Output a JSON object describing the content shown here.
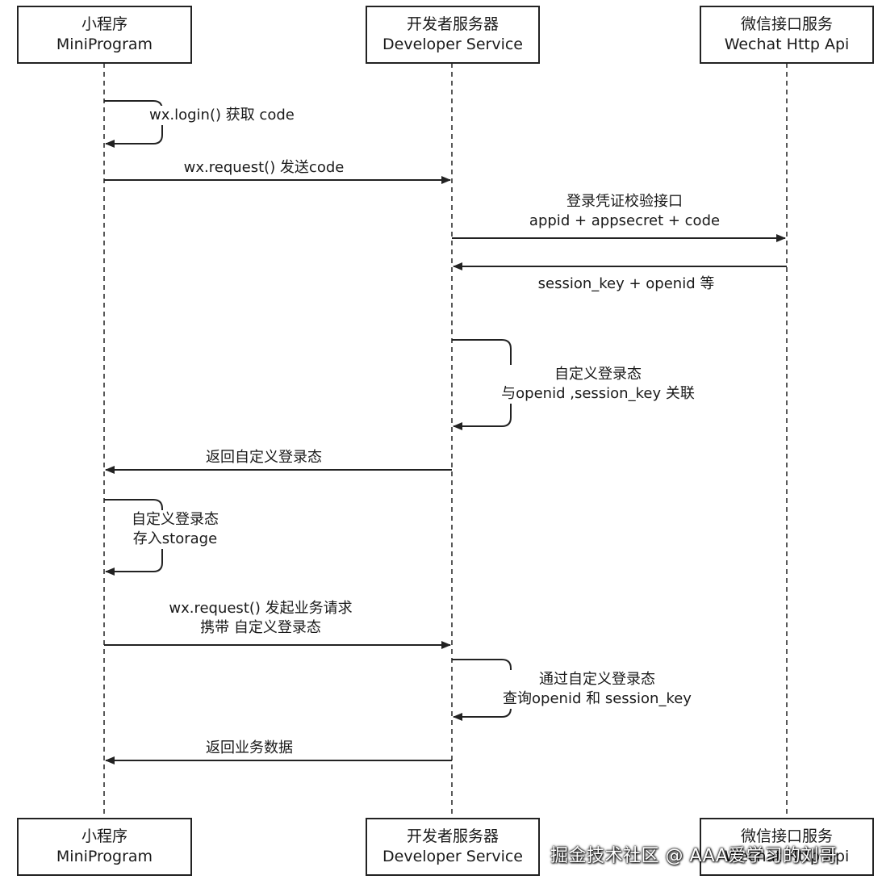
{
  "participants": {
    "miniprogram": {
      "zh": "小程序",
      "en": "MiniProgram"
    },
    "developer": {
      "zh": "开发者服务器",
      "en": "Developer Service"
    },
    "wechat": {
      "zh": "微信接口服务",
      "en": "Wechat Http Api"
    }
  },
  "messages": {
    "login": "wx.login() 获取 code",
    "send_code": "wx.request() 发送code",
    "verify_line1": "登录凭证校验接口",
    "verify_line2": "appid + appsecret + code",
    "session_return": "session_key + openid 等",
    "custom_state_line1": "自定义登录态",
    "custom_state_line2": "与openid ,session_key 关联",
    "return_state": "返回自定义登录态",
    "store_line1": "自定义登录态",
    "store_line2": "存入storage",
    "business_line1": "wx.request() 发起业务请求",
    "business_line2": "携带 自定义登录态",
    "query_line1": "通过自定义登录态",
    "query_line2": "查询openid 和 session_key",
    "return_data": "返回业务数据"
  },
  "watermark": "掘金技术社区 @ AAA爱学习的刘哥",
  "colors": {
    "line": "#222222",
    "background": "#ffffff"
  }
}
